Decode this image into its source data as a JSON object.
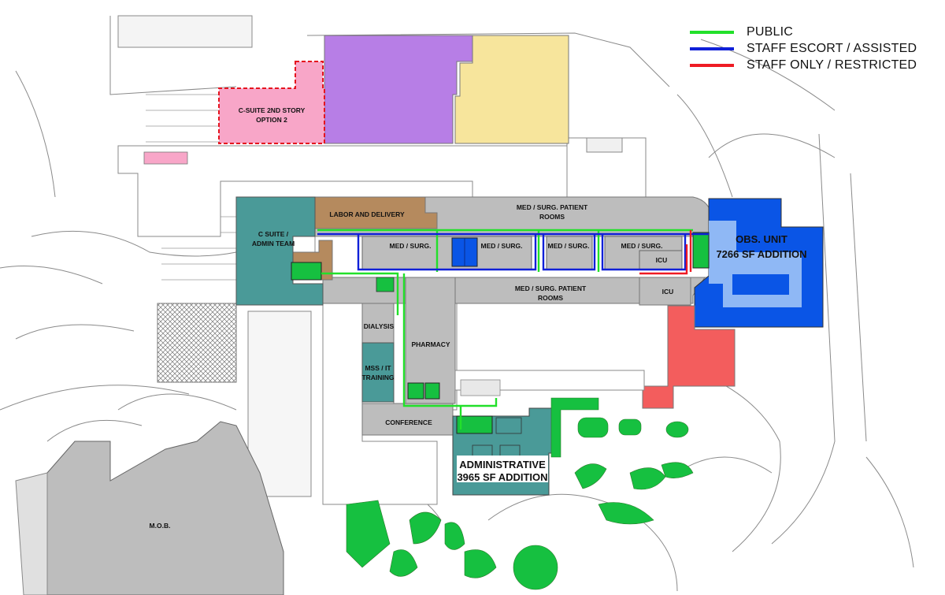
{
  "legend": [
    {
      "label": "PUBLIC",
      "color": "#22e02a"
    },
    {
      "label": "STAFF ESCORT / ASSISTED",
      "color": "#1020d8"
    },
    {
      "label": "STAFF ONLY / RESTRICTED",
      "color": "#ee1b24"
    }
  ],
  "rooms": {
    "c_suite_2nd_line1": "C-SUITE 2ND STORY",
    "c_suite_2nd_line2": "OPTION 2",
    "labor_delivery": "LABOR AND DELIVERY",
    "med_surg_top_line1": "MED / SURG. PATIENT",
    "med_surg_top_line2": "ROOMS",
    "c_suite_line1": "C SUITE /",
    "c_suite_line2": "ADMIN TEAM",
    "med_surg_1": "MED / SURG.",
    "med_surg_2": "MED / SURG.",
    "med_surg_3": "MED / SURG.",
    "med_surg_4": "MED / SURG.",
    "icu_1": "ICU",
    "icu_2": "ICU",
    "med_surg_bottom_line1": "MED / SURG. PATIENT",
    "med_surg_bottom_line2": "ROOMS",
    "obs_unit_line1": "OBS. UNIT",
    "obs_unit_line2": "7266 SF ADDITION",
    "dialysis": "DIALYSIS",
    "pharmacy": "PHARMACY",
    "mss_line1": "MSS / IT",
    "mss_line2": "TRAINING",
    "conference": "CONFERENCE",
    "admin_line1": "ADMINISTRATIVE",
    "admin_line2": "3965 SF ADDITION",
    "mob": "M.O.B."
  },
  "colors": {
    "purple": "#b77ee6",
    "yellow": "#f7e59c",
    "pink": "#f8a6c8",
    "teal": "#4a9a98",
    "brown": "#b58a5e",
    "gray": "#bdbdbd",
    "blue": "#0a55e6",
    "light_blue": "#8fb8f5",
    "red_zone": "#f35d5d",
    "green": "#16c040"
  }
}
